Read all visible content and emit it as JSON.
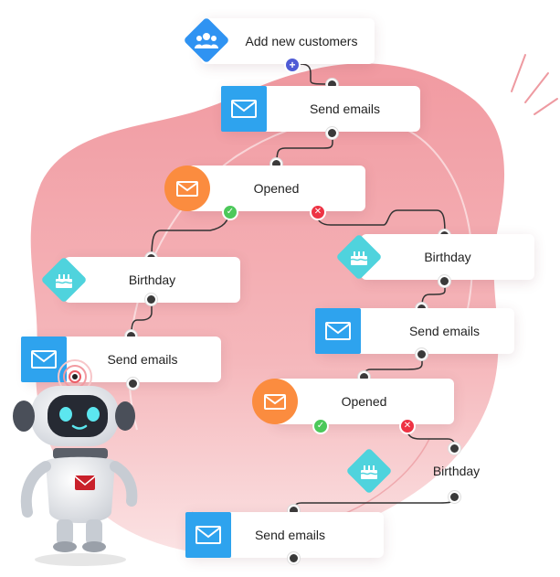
{
  "colors": {
    "blob": "#f2a4a9",
    "email_square": "#2ea3ee",
    "opened_circle": "#fb8c3f",
    "diamond_blue": "#2f93f2",
    "diamond_cyan": "#4fd3dd",
    "yes_badge": "#4cc85a",
    "no_badge": "#ee3344",
    "plus_badge": "#4f5bd5"
  },
  "nodes": {
    "add_customers": "Add new customers",
    "send_emails_1": "Send emails",
    "opened_1": "Opened",
    "birthday_left": "Birthday",
    "send_emails_left": "Send emails",
    "birthday_right": "Birthday",
    "send_emails_right": "Send emails",
    "opened_2": "Opened",
    "birthday_bottom": "Birthday",
    "send_emails_bottom": "Send emails"
  },
  "badges": {
    "plus": "+",
    "check": "✓",
    "cross": "✕"
  },
  "icons": {
    "add_customers": "users-icon",
    "email": "envelope-icon",
    "birthday": "cake-icon",
    "robot_mail": "envelope-icon"
  }
}
